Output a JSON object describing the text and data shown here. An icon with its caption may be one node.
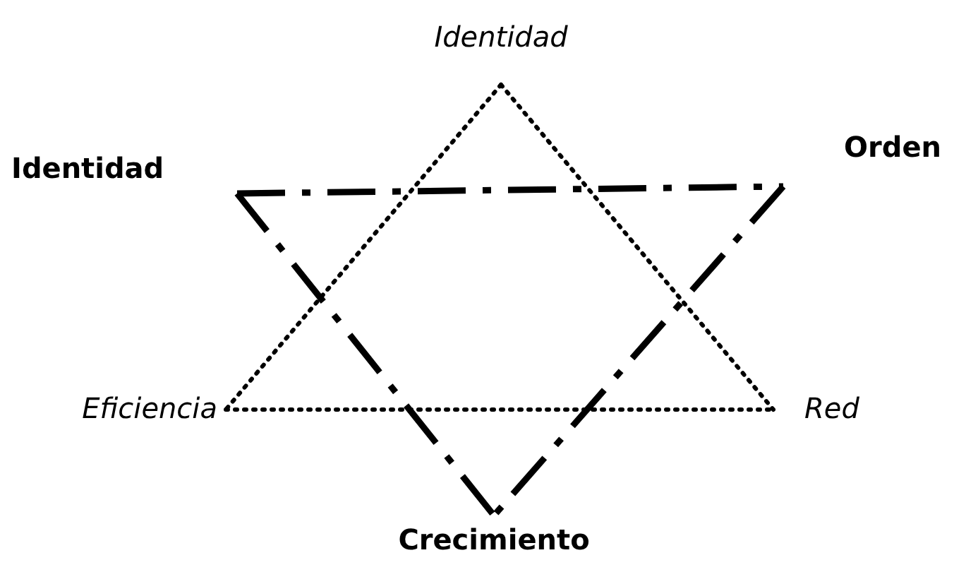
{
  "diagram": {
    "nodes": [
      {
        "text": [
          "Identidad"
        ]
      },
      {
        "text": [
          "Eficiencia"
        ]
      },
      {
        "text": [
          "Red"
        ]
      },
      {
        "text": [
          "Identidad"
        ]
      },
      {
        "text": [
          "Orden"
        ]
      },
      {
        "text": [
          "Crecimiento"
        ]
      }
    ],
    "edges": [
      {
        "from": 0,
        "to": 1,
        "arrow": "none"
      },
      {
        "from": 0,
        "to": 2,
        "arrow": "none"
      },
      {
        "from": 1,
        "to": 2,
        "arrow": "none"
      },
      {
        "from": 3,
        "to": 4,
        "arrow": "none",
        "style": "dashed"
      },
      {
        "from": 3,
        "to": 5,
        "arrow": "none",
        "style": "dashed"
      },
      {
        "from": 4,
        "to": 5,
        "arrow": "none",
        "style": "dashed"
      }
    ]
  }
}
